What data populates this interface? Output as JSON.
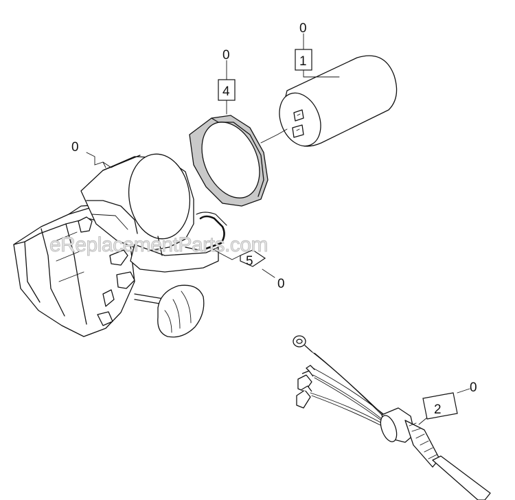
{
  "watermark": "eReplacementParts.com",
  "callouts": [
    {
      "id": "motor",
      "part": "",
      "qty": "0"
    },
    {
      "id": "capacitor",
      "part": "1",
      "qty": "0"
    },
    {
      "id": "ring",
      "part": "4",
      "qty": "0"
    },
    {
      "id": "gasket",
      "part": "5",
      "qty": "0"
    },
    {
      "id": "cable",
      "part": "2",
      "qty": "0"
    }
  ]
}
